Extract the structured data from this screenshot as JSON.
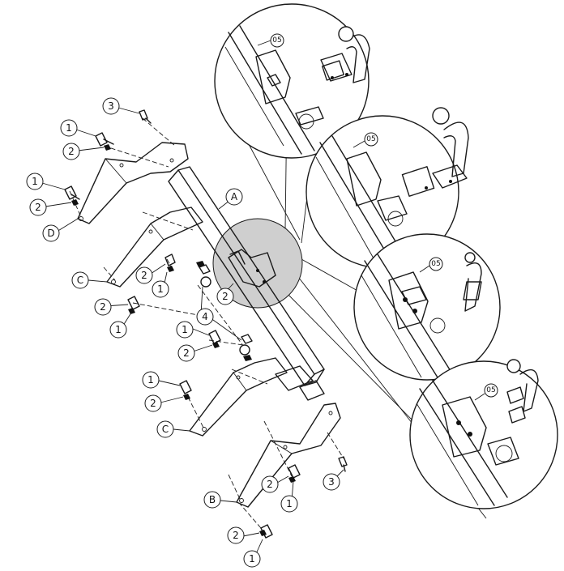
{
  "callouts": {
    "A": "A",
    "B": "B",
    "C": "C",
    "D": "D",
    "n1": "1",
    "n2": "2",
    "n3": "3",
    "n4": "4"
  },
  "detail_code": "05"
}
